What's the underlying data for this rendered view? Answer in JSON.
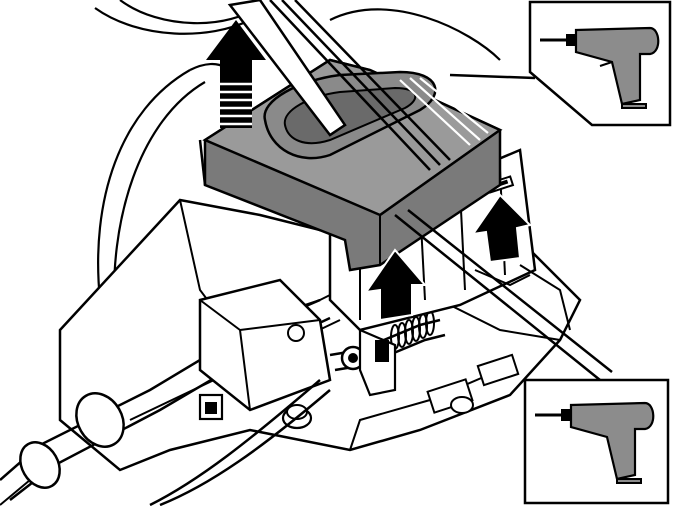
{
  "figure": {
    "kind": "technical-service-illustration",
    "colors": {
      "background": "#ffffff",
      "line": "#000000",
      "cover_fill": "#7a7a7a",
      "cover_top_fill": "#9a9a9a",
      "drill_fill": "#8c8c8c",
      "arrow_fill": "#000000"
    },
    "callouts": [
      {
        "id": "drill-callout-top",
        "icon": "power-drill-icon"
      },
      {
        "id": "drill-callout-bottom",
        "icon": "power-drill-icon"
      }
    ],
    "arrows": [
      {
        "id": "lift-cover-arrow",
        "direction": "up"
      },
      {
        "id": "release-clip-arrow-right",
        "direction": "up"
      },
      {
        "id": "release-clip-arrow-center",
        "direction": "up"
      }
    ]
  }
}
